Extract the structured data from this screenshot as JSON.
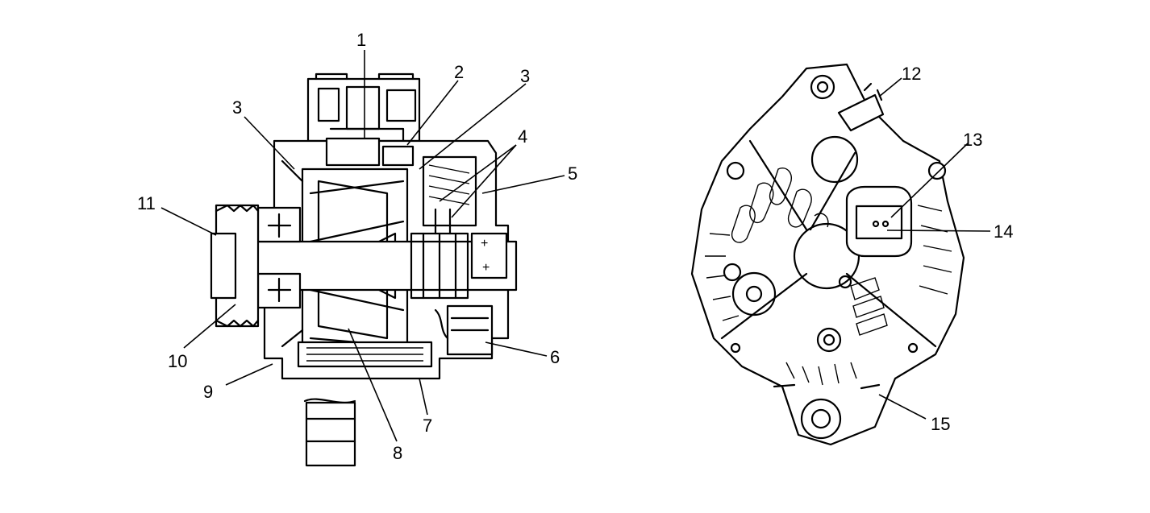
{
  "diagram": {
    "left_view": {
      "callouts": [
        "1",
        "2",
        "3",
        "3",
        "4",
        "5",
        "6",
        "7",
        "8",
        "9",
        "10",
        "11"
      ]
    },
    "right_view": {
      "callouts": [
        "12",
        "13",
        "14",
        "15"
      ]
    }
  }
}
